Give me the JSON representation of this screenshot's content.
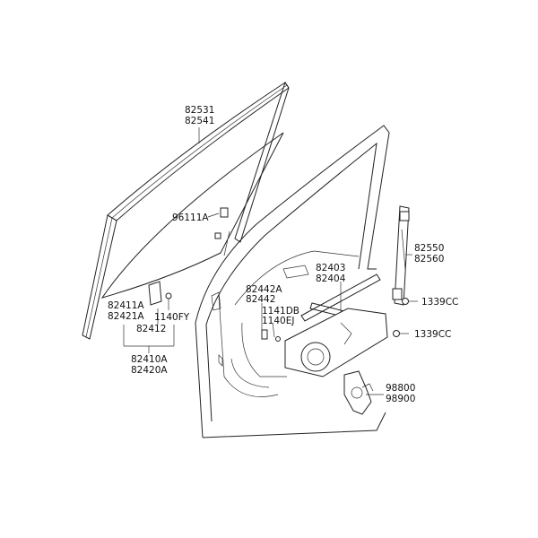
{
  "labels": {
    "l82531": "82531",
    "l82541": "82541",
    "l96111A": "96111A",
    "l82411A": "82411A",
    "l82421A": "82421A",
    "l82412": "82412",
    "l1140FY": "1140FY",
    "l82410A": "82410A",
    "l82420A": "82420A",
    "l82442A": "82442A",
    "l82442": "82442",
    "l1141DB": "1141DB",
    "l1140EJ": "1140EJ",
    "l82403": "82403",
    "l82404": "82404",
    "l82550": "82550",
    "l82560": "82560",
    "l1339CC_a": "1339CC",
    "l1339CC_b": "1339CC",
    "l98800": "98800",
    "l98900": "98900"
  }
}
